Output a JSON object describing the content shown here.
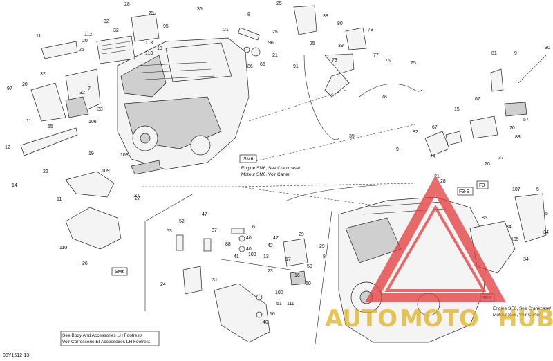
{
  "document_id": "08Y1512-13",
  "callouts": {
    "top_left": [
      "28",
      "36",
      "32",
      "25",
      "95",
      "32",
      "11",
      "112",
      "20",
      "25",
      "113",
      "10",
      "113",
      "32",
      "32",
      "97",
      "20",
      "7",
      "33",
      "106",
      "11",
      "55",
      "12",
      "22",
      "14",
      "19",
      "108",
      "27"
    ],
    "top_mid": [
      "21",
      "8",
      "86",
      "66",
      "21",
      "38",
      "25",
      "80",
      "25",
      "96",
      "25",
      "39",
      "79",
      "91",
      "77",
      "76",
      "75",
      "73",
      "78",
      "39",
      "82",
      "9",
      "29",
      "21",
      "81",
      "9",
      "30",
      "67",
      "15",
      "57",
      "67",
      "20",
      "83",
      "37",
      "20",
      "109",
      "11",
      "110",
      "26"
    ],
    "bottom": [
      "52",
      "47",
      "53",
      "87",
      "6",
      "40",
      "40",
      "31",
      "88",
      "41",
      "103",
      "42",
      "47",
      "29",
      "13",
      "23",
      "17",
      "16",
      "50",
      "50",
      "29",
      "8",
      "24",
      "100",
      "111",
      "51",
      "16",
      "40",
      "28",
      "107",
      "85",
      "5",
      "5",
      "34",
      "34",
      "34",
      "105",
      "27"
    ]
  },
  "box_labels": {
    "sm6_top": "SM6",
    "sm6_side": "SM6",
    "f3s": "F3-S",
    "f3": "F3",
    "se6": "SE6"
  },
  "notes": {
    "engine_sm6_line1": "Engine SM6, See Crankcase/",
    "engine_sm6_line2": "Moteur SM6, Voir Carter",
    "engine_se6_line1": "Engine SE6, See Crankcase/",
    "engine_se6_line2": "Moteur SE6, Voir Carter",
    "footrest_line1": "See Body And Accessories LH Footrest/",
    "footrest_line2": "Voir Carrosserie Et Accessoires LH Footrest"
  },
  "watermark": {
    "brand_part1": "AUTO",
    "brand_part2": "MOTO",
    "brand_part3": "HUB",
    "color_red": "#e23a3a",
    "color_gold": "#e0b21f"
  }
}
